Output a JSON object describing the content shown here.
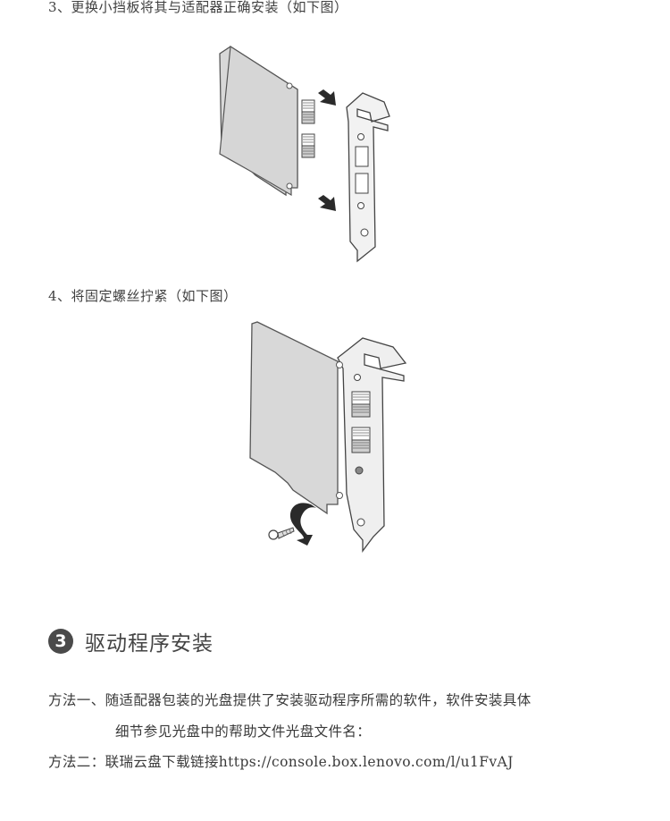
{
  "steps": {
    "step3": "3、更换小挡板将其与适配器正确安装（如下图）",
    "step4": "4、将固定螺丝拧紧（如下图）"
  },
  "section": {
    "number": "3",
    "title": "驱动程序安装"
  },
  "methods": {
    "method1_line1": "方法一、随适配器包装的光盘提供了安装驱动程序所需的软件，软件安装具体",
    "method1_line2": "细节参见光盘中的帮助文件光盘文件名：",
    "method2": "方法二：联瑞云盘下载链接https://console.box.lenovo.com/l/u1FvAJ"
  }
}
